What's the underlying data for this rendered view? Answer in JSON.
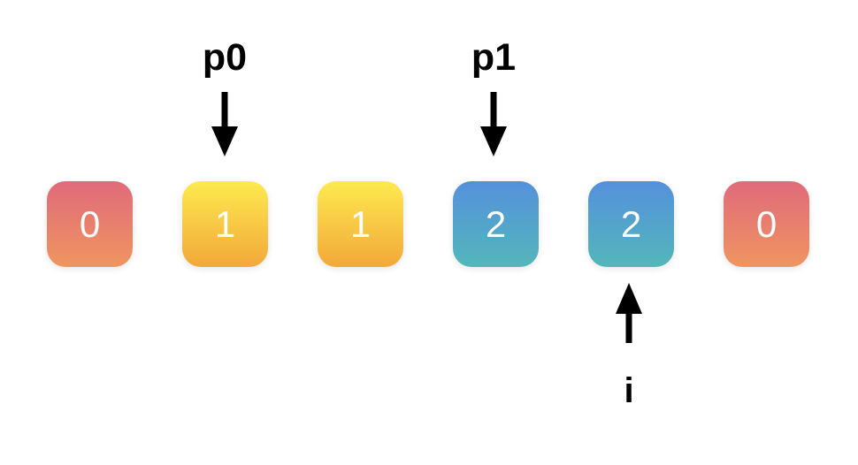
{
  "diagram": {
    "kind": "array-pointer-visualization",
    "array": {
      "cells": [
        {
          "value": "0",
          "color": "red"
        },
        {
          "value": "1",
          "color": "yellow"
        },
        {
          "value": "1",
          "color": "yellow"
        },
        {
          "value": "2",
          "color": "blue"
        },
        {
          "value": "2",
          "color": "blue"
        },
        {
          "value": "0",
          "color": "red"
        }
      ]
    },
    "pointers": {
      "p0": {
        "label": "p0",
        "target_index": 1,
        "direction": "down"
      },
      "p1": {
        "label": "p1",
        "target_index": 3,
        "direction": "down"
      },
      "i": {
        "label": "i",
        "target_index": 4,
        "direction": "up"
      }
    }
  },
  "colors": {
    "background": "#ffffff",
    "cell_text": "#ffffff",
    "arrow": "#000000",
    "red_top": "#e06a7b",
    "red_bottom": "#ef9560",
    "yellow_top": "#fdea4e",
    "yellow_bottom": "#f2a83a",
    "blue_top": "#5590dc",
    "blue_bottom": "#53b7ba"
  }
}
